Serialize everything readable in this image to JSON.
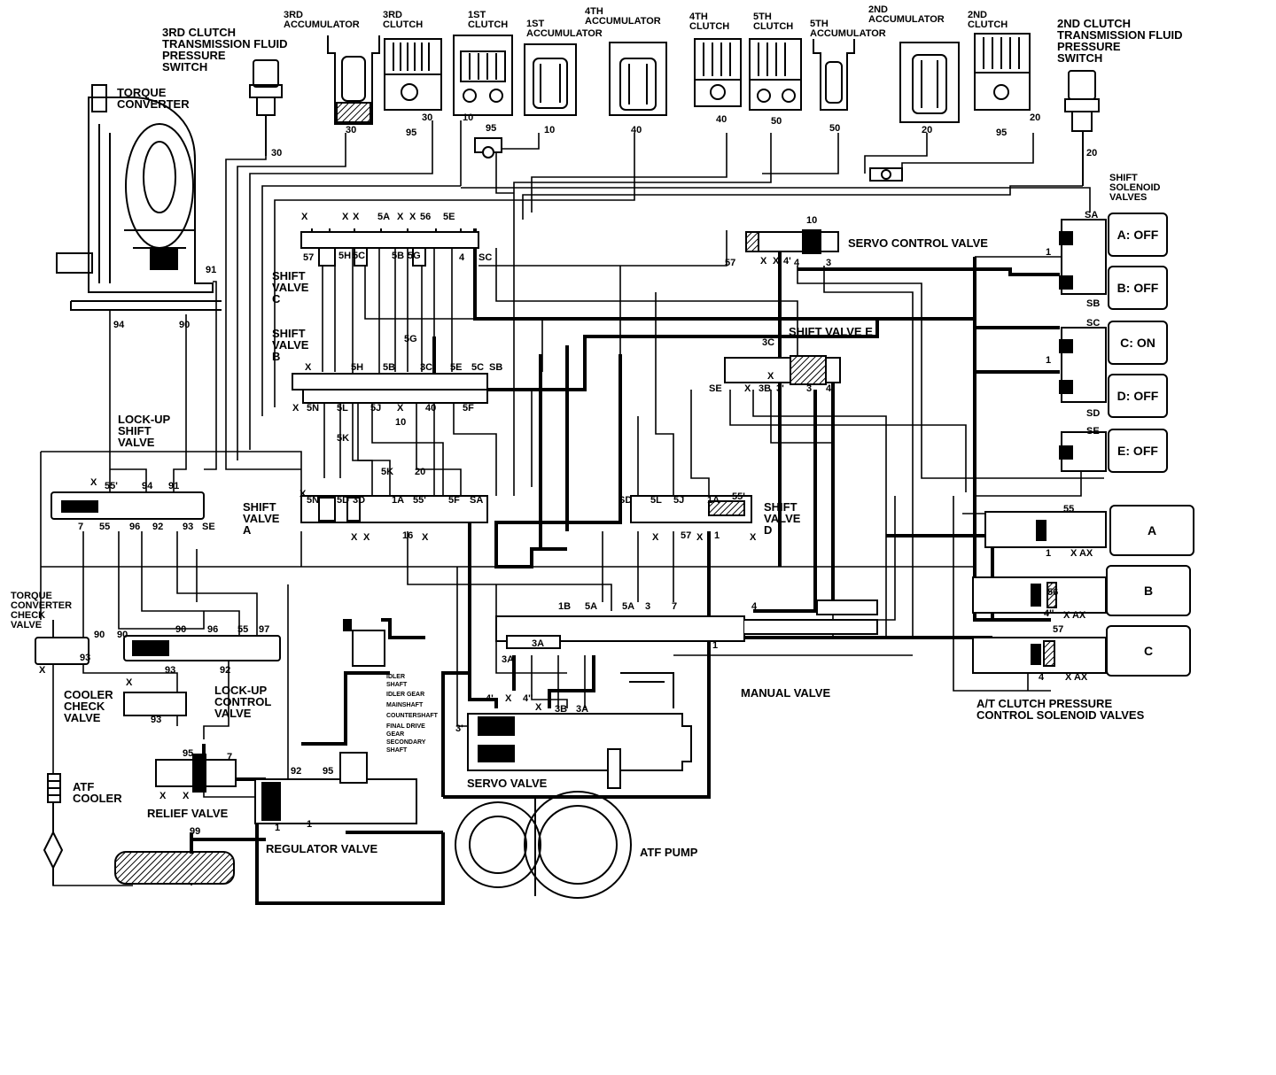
{
  "labels": {
    "third_clutch_switch": "3RD CLUTCH\nTRANSMISSION FLUID\nPRESSURE\nSWITCH",
    "third_accumulator": "3RD\nACCUMULATOR",
    "third_clutch": "3RD\nCLUTCH",
    "first_clutch": "1ST\nCLUTCH",
    "first_accumulator": "1ST\nACCUMULATOR",
    "fourth_accumulator": "4TH\nACCUMULATOR",
    "fourth_clutch": "4TH\nCLUTCH",
    "fifth_clutch": "5TH\nCLUTCH",
    "fifth_accumulator": "5TH\nACCUMULATOR",
    "second_accumulator": "2ND\nACCUMULATOR",
    "second_clutch": "2ND\nCLUTCH",
    "second_clutch_switch": "2ND CLUTCH\nTRANSMISSION FLUID\nPRESSURE\nSWITCH",
    "torque_converter": "TORQUE\nCONVERTER",
    "shift_solenoid_valves": "SHIFT\nSOLENOID\nVALVES",
    "servo_control_valve": "SERVO CONTROL VALVE",
    "shift_valve_c": "SHIFT\nVALVE\nC",
    "shift_valve_b": "SHIFT\nVALVE\nB",
    "shift_valve_e": "SHIFT VALVE E",
    "lockup_shift_valve": "LOCK-UP\nSHIFT\nVALVE",
    "shift_valve_a": "SHIFT\nVALVE\nA",
    "shift_valve_d": "SHIFT\nVALVE\nD",
    "torque_converter_check_valve": "TORQUE\nCONVERTER\nCHECK\nVALVE",
    "cooler_check_valve": "COOLER\nCHECK\nVALVE",
    "lockup_control_valve": "LOCK-UP\nCONTROL\nVALVE",
    "manual_valve": "MANUAL VALVE",
    "clutch_pressure_solenoids": "A/T CLUTCH PRESSURE\nCONTROL SOLENOID VALVES",
    "atf_cooler": "ATF\nCOOLER",
    "relief_valve": "RELIEF VALVE",
    "servo_valve": "SERVO VALVE",
    "regulator_valve": "REGULATOR VALVE",
    "atf_pump": "ATF PUMP",
    "shaft_idler": "IDLER\nSHAFT",
    "shaft_idler_gear": "IDLER GEAR",
    "shaft_main": "MAINSHAFT",
    "shaft_counter": "COUNTERSHAFT",
    "shaft_final": "FINAL DRIVE\nGEAR",
    "shaft_secondary": "SECONDARY\nSHAFT"
  },
  "solenoids": [
    {
      "name": "A: OFF"
    },
    {
      "name": "B: OFF"
    },
    {
      "name": "C: ON"
    },
    {
      "name": "D: OFF"
    },
    {
      "name": "E: OFF"
    }
  ],
  "pressure_solenoids": [
    {
      "name": "A"
    },
    {
      "name": "B"
    },
    {
      "name": "C"
    }
  ],
  "port_codes": [
    "30",
    "30",
    "95",
    "30",
    "10",
    "95",
    "10",
    "40",
    "40",
    "50",
    "50",
    "20",
    "95",
    "20",
    "20",
    "91",
    "94",
    "90",
    "57",
    "X",
    "X",
    "X",
    "5A",
    "X",
    "X",
    "56",
    "5E",
    "5H",
    "5C",
    "5B",
    "5G",
    "4",
    "SC",
    "10",
    "57",
    "X",
    "X'",
    "4'",
    "4",
    "3",
    "SA",
    "1",
    "SB",
    "SC",
    "1",
    "SD",
    "SE",
    "5G",
    "X",
    "3C",
    "5H",
    "5B",
    "3C",
    "5E",
    "5C",
    "SB",
    "X",
    "5N",
    "5L",
    "5J",
    "X",
    "40",
    "5F",
    "10",
    "5K",
    "X",
    "SE",
    "X",
    "3B",
    "3'",
    "3",
    "4",
    "X",
    "55'",
    "94",
    "91",
    "7",
    "55",
    "96",
    "92",
    "93",
    "SE",
    "5K",
    "20",
    "X",
    "5N",
    "5D",
    "3D",
    "1A",
    "55'",
    "5F",
    "SA",
    "X",
    "X",
    "16",
    "X",
    "SD",
    "5L",
    "5J",
    "1A",
    "55'",
    "X",
    "57",
    "X",
    "1",
    "X",
    "55",
    "1",
    "X AX",
    "56",
    "4''",
    "X AX",
    "57",
    "4",
    "X AX",
    "1B",
    "5A",
    "5A",
    "3",
    "7",
    "4",
    "3A",
    "3A",
    "1",
    "4'",
    "4''",
    "X",
    "3B",
    "3A",
    "3'",
    "X",
    "90",
    "90",
    "90",
    "96",
    "55",
    "97",
    "93",
    "93",
    "92",
    "X",
    "X",
    "93",
    "95",
    "7",
    "X",
    "X",
    "92",
    "95",
    "1",
    "1",
    "99"
  ]
}
